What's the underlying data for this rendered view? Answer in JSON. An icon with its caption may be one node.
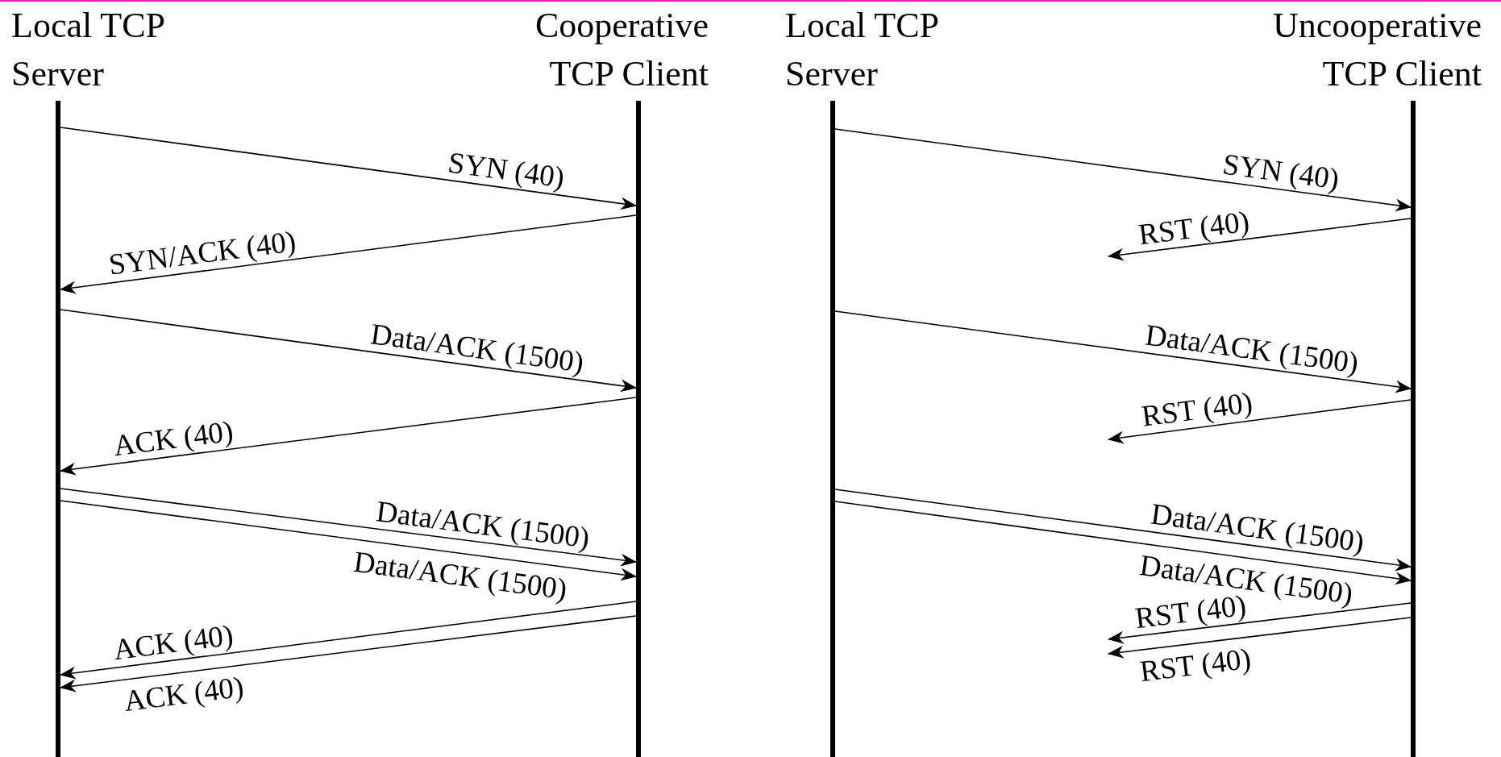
{
  "diagram": {
    "nodes": [
      {
        "text": [
          "Local TCP Server"
        ]
      },
      {
        "text": [
          "Cooperative TCP Client"
        ]
      },
      {
        "text": [
          "Local TCP Server"
        ]
      },
      {
        "text": [
          "Uncooperative TCP Client"
        ]
      }
    ],
    "edges": [
      {
        "from": 0,
        "to": 1,
        "arrow": "to",
        "label": "SYN (40)"
      },
      {
        "from": 1,
        "to": 0,
        "arrow": "to",
        "label": "SYN/ACK (40)"
      },
      {
        "from": 0,
        "to": 1,
        "arrow": "to",
        "label": "Data/ACK (1500)"
      },
      {
        "from": 1,
        "to": 0,
        "arrow": "to",
        "label": "ACK (40)"
      },
      {
        "from": 0,
        "to": 1,
        "arrow": "to",
        "label": "Data/ACK (1500)"
      },
      {
        "from": 0,
        "to": 1,
        "arrow": "to",
        "label": "Data/ACK (1500)"
      },
      {
        "from": 1,
        "to": 0,
        "arrow": "to",
        "label": "ACK (40)"
      },
      {
        "from": 1,
        "to": 0,
        "arrow": "to",
        "label": "ACK (40)"
      },
      {
        "from": 2,
        "to": 3,
        "arrow": "to",
        "label": "SYN (40)"
      },
      {
        "from": 3,
        "to": null,
        "arrow": "to",
        "label": "RST (40)"
      },
      {
        "from": 2,
        "to": 3,
        "arrow": "to",
        "label": "Data/ACK (1500)"
      },
      {
        "from": 3,
        "to": null,
        "arrow": "to",
        "label": "RST (40)"
      },
      {
        "from": 2,
        "to": 3,
        "arrow": "to",
        "label": "Data/ACK (1500)"
      },
      {
        "from": 2,
        "to": 3,
        "arrow": "to",
        "label": "Data/ACK (1500)"
      },
      {
        "from": 3,
        "to": null,
        "arrow": "to",
        "label": "RST (40)"
      },
      {
        "from": 3,
        "to": null,
        "arrow": "to",
        "label": "RST (40)"
      }
    ]
  }
}
